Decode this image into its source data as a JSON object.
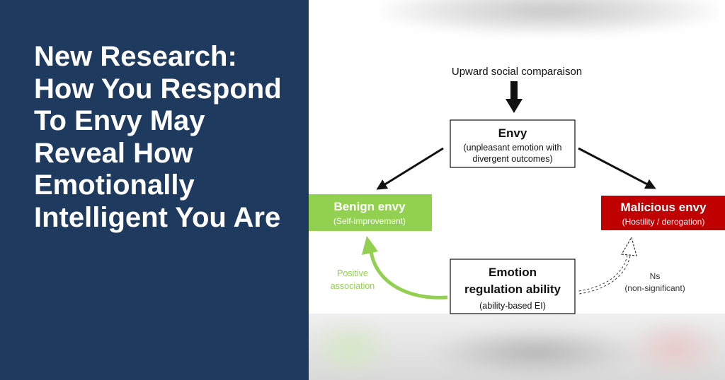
{
  "headline": "New Research: How You Respond To Envy May Reveal How Emotionally Intelligent You Are",
  "diagram": {
    "trigger": "Upward social comparaison",
    "envy": {
      "title": "Envy",
      "desc1": "(unpleasant emotion with",
      "desc2": "divergent outcomes)"
    },
    "benign": {
      "title": "Benign envy",
      "desc": "(Self-improvement)",
      "color": "#92d050"
    },
    "malicious": {
      "title": "Malicious envy",
      "desc": "(Hostility / derogation)",
      "color": "#c00000"
    },
    "regulation": {
      "line1": "Emotion",
      "line2": "regulation ability",
      "line3": "(ability-based EI)"
    },
    "positive": {
      "line1": "Positive",
      "line2": "association",
      "color": "#92d050"
    },
    "ns": {
      "line1": "Ns",
      "line2": "(non-significant)"
    }
  }
}
